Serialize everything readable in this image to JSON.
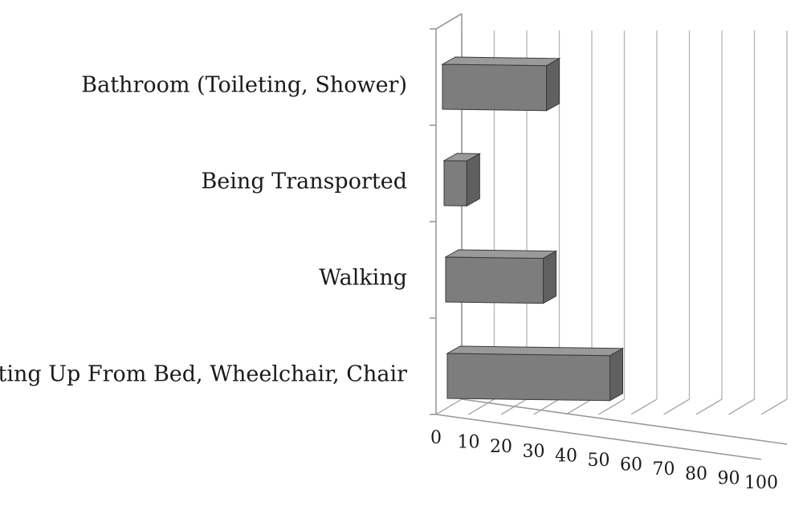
{
  "chart_data": {
    "type": "bar",
    "orientation": "horizontal",
    "three_d": true,
    "categories": [
      "Bathroom (Toileting, Shower)",
      "Being Transported",
      "Walking",
      "Getting Up From Bed, Wheelchair, Chair"
    ],
    "values": [
      32,
      7,
      30,
      50
    ],
    "xlim": [
      0,
      100
    ],
    "xticks": [
      "0",
      "10",
      "20",
      "30",
      "40",
      "50",
      "60",
      "70",
      "80",
      "90",
      "100"
    ],
    "grid": true,
    "colors": {
      "bar": "#7d7d7d",
      "bar_top": "#9a9a9a",
      "bar_side": "#606060"
    }
  }
}
